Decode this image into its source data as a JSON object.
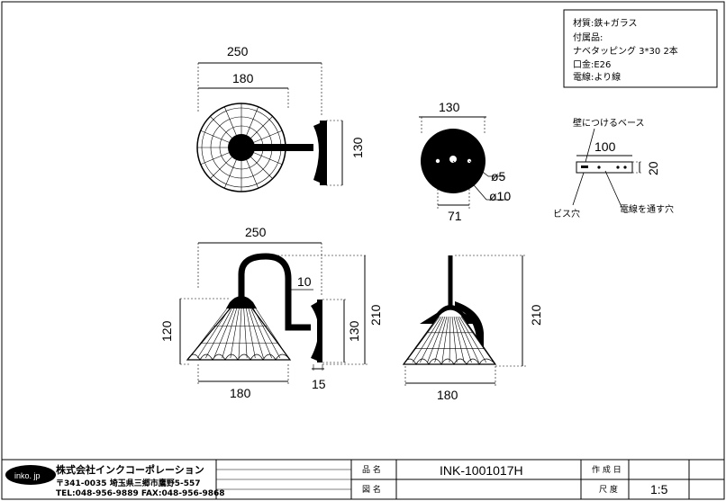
{
  "spec": {
    "lines": [
      "材質:鉄+ガラス",
      "付属品:",
      "ナベタッピング 3*30 2本",
      "口金:E26",
      "電線:より線"
    ]
  },
  "dims": {
    "top_width_outer": "250",
    "top_width_shade": "180",
    "top_height_base": "130",
    "base_width": "130",
    "hole_small": "ø5",
    "hole_large": "ø10",
    "hole_spacing": "71",
    "side_width_outer": "250",
    "arm_thickness": "10",
    "shade_height": "120",
    "base_height": "130",
    "total_height": "210",
    "base_depth": "15",
    "shade_width": "180",
    "front_height": "210",
    "front_width": "180"
  },
  "bracket": {
    "title": "壁につけるベース",
    "width": "100",
    "height": "20",
    "screw_hole": "ビス穴",
    "wire_hole": "電線を通す穴"
  },
  "title_block": {
    "logo": "inko. jp",
    "company": "株式会社インクコーポレーション",
    "address": "〒341-0035 埼玉県三郷市鷹野5-557",
    "tel_fax": "TEL:048-956-9889  FAX:048-956-9868",
    "product_name_label": "品 名",
    "product_name": "INK-1001017H",
    "drawing_no_label": "図 名",
    "created_label": "作 成 日",
    "scale_label": "尺 度",
    "scale": "1:5"
  }
}
